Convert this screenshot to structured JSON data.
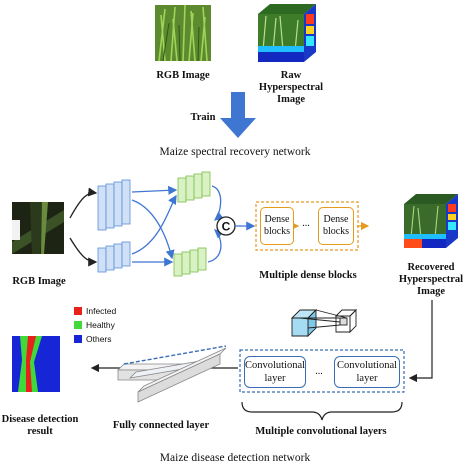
{
  "top": {
    "rgb_label": "RGB Image",
    "raw_label": "Raw Hyperspectral Image",
    "train_label": "Train",
    "network_caption": "Maize spectral recovery network"
  },
  "recovery": {
    "rgb_label": "RGB Image",
    "concat_symbol": "C",
    "dense_block_1": "Dense blocks",
    "dense_block_2": "Dense blocks",
    "dense_ellipsis": "...",
    "dense_caption": "Multiple dense blocks",
    "recovered_label": "Recovered Hyperspectral Image"
  },
  "detection": {
    "legend": [
      {
        "label": "Infected",
        "color": "#e8211c"
      },
      {
        "label": "Healthy",
        "color": "#3fd93a"
      },
      {
        "label": "Others",
        "color": "#1626d6"
      }
    ],
    "conv_layer_1": "Convolutional layer",
    "conv_layer_2": "Convolutional layer",
    "conv_ellipsis": "...",
    "conv_caption": "Multiple convolutional layers",
    "fc_label": "Fully connected layer",
    "result_label": "Disease detection result",
    "network_caption": "Maize disease detection network"
  },
  "colors": {
    "arrow_blue": "#3f76d2",
    "dense_orange": "#e59a1e",
    "conv_blue": "#3a6db5"
  }
}
